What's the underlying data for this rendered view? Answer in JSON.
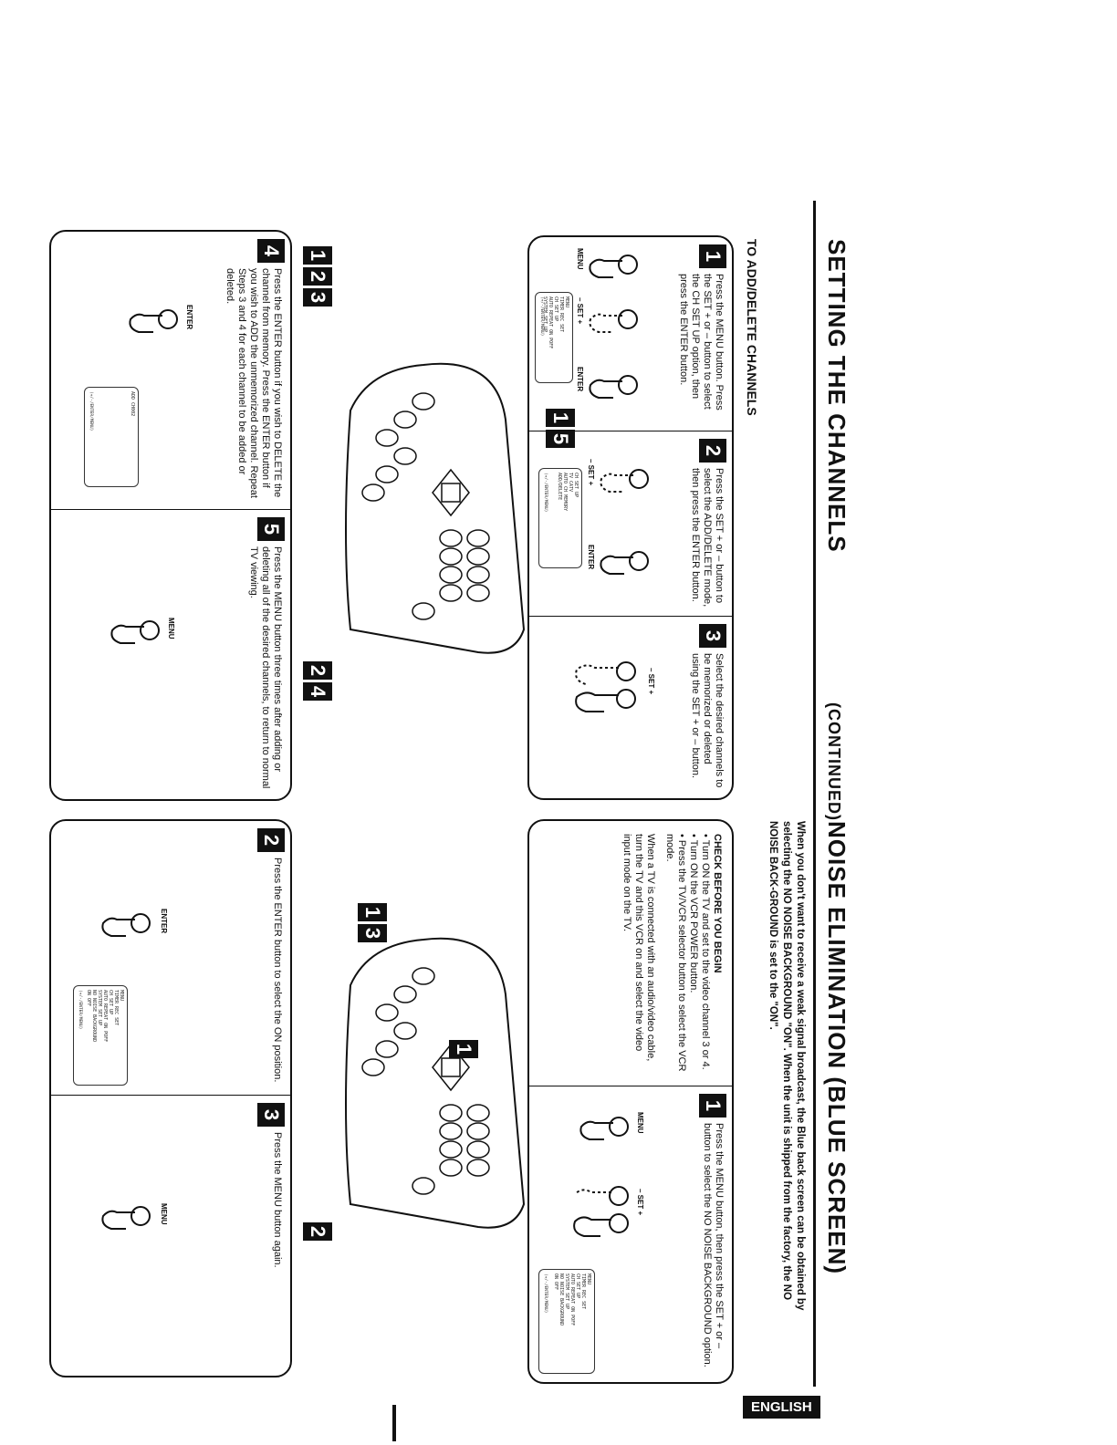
{
  "left": {
    "title": "SETTING THE CHANNELS",
    "continued": "(CONTINUED)",
    "subheading": "TO ADD/DELETE CHANNELS",
    "steps": [
      {
        "num": "1",
        "text": "Press the MENU button. Press the SET + or – button to select the CH SET UP option, then press the ENTER button.",
        "buttons": [
          "MENU",
          "–  SET  +",
          "ENTER"
        ],
        "screen": [
          "MENU",
          "TIMER REC SET",
          "CH SET UP",
          "AUTO REPEAT   ON POFF",
          "SYSTEM SET UP",
          "NO NOISE BACKGROUND",
          "      ON   OFF"
        ],
        "screen_footer": "(+/-/ENTER/MENU)"
      },
      {
        "num": "2",
        "text": "Press the SET + or – button to select the ADD/DELETE mode, then press the ENTER button.",
        "buttons": [
          "–  SET  +",
          "ENTER"
        ],
        "screen": [
          "CH SET UP",
          "TV    CATV",
          "AUTO CH MEMORY",
          "ADD/DELETE"
        ],
        "screen_footer": "(+/-/ENTER/MENU)"
      },
      {
        "num": "3",
        "text": "Select the desired channels to be memorized or deleted using the SET + or – button.",
        "buttons": [
          "–  SET  +"
        ]
      },
      {
        "num": "4",
        "text": "Press the ENTER button if you wish to DELETE the channel from memory. Press the ENTER button if you wish to ADD the unmemorized channel. Repeat Steps 3 and 4 for each channel to be added or deleted.",
        "buttons": [
          "ENTER"
        ],
        "screen": [
          "ADD            CH002"
        ],
        "screen_footer": "(+/-/ENTER/MENU)"
      },
      {
        "num": "5",
        "text": "Press the MENU button three times after adding or deleting all of the desired channels, to return to normal TV viewing.",
        "buttons": [
          "MENU"
        ]
      }
    ],
    "callouts": [
      [
        "1",
        "5"
      ],
      [
        "1",
        "2",
        "3"
      ],
      [
        "2",
        "4"
      ]
    ]
  },
  "right": {
    "title": "NOISE ELIMINATION (BLUE SCREEN)",
    "intro": "When you don't want to receive a weak signal broadcast, the Blue back screen can be obtained by selecting the NO NOISE BACKGROUND \"ON\". When the unit is shipped from the factory, the NO NOISE BACK-GROUND is set to the \"ON\".",
    "check": {
      "title": "CHECK BEFORE YOU BEGIN",
      "items": [
        "• Turn ON the TV and set to the video channel 3 or 4.",
        "• Turn ON the VCR POWER button.",
        "• Press the TV/VCR selector button to select the VCR mode."
      ],
      "note": "When a TV is connected with an audio/video cable, turn the TV and this VCR on and select the video input mode on the TV."
    },
    "steps": [
      {
        "num": "1",
        "text": "Press the MENU button, then press the SET + or – button to select the NO NOISE BACKGROUND option.",
        "buttons": [
          "MENU",
          "–  SET  +"
        ],
        "screen": [
          "MENU",
          "TIMER REC SET",
          "CH SET UP",
          "AUTO REPEAT   ON POFF",
          "SYSTEM SET UP",
          "NO NOISE BACKGROUND",
          "      ON   OFF"
        ],
        "screen_footer": "(+/-/ENTER/MENU)"
      },
      {
        "num": "2",
        "text": "Press the ENTER button to select the ON position.",
        "buttons": [
          "ENTER"
        ],
        "screen": [
          "MENU",
          "TIMER REC SET",
          "CH SET UP",
          "AUTO REPEAT   ON POFF",
          "SYSTEM SET UP",
          "NO NOISE BACKGROUND",
          "      ON   OFF"
        ],
        "screen_footer": "(+/-/ENTER/MENU)"
      },
      {
        "num": "3",
        "text": "Press the MENU button again.",
        "buttons": [
          "MENU"
        ]
      }
    ],
    "callouts": [
      [
        "1"
      ],
      [
        "1",
        "3"
      ],
      [
        "2"
      ]
    ]
  },
  "language_badge": "ENGLISH"
}
